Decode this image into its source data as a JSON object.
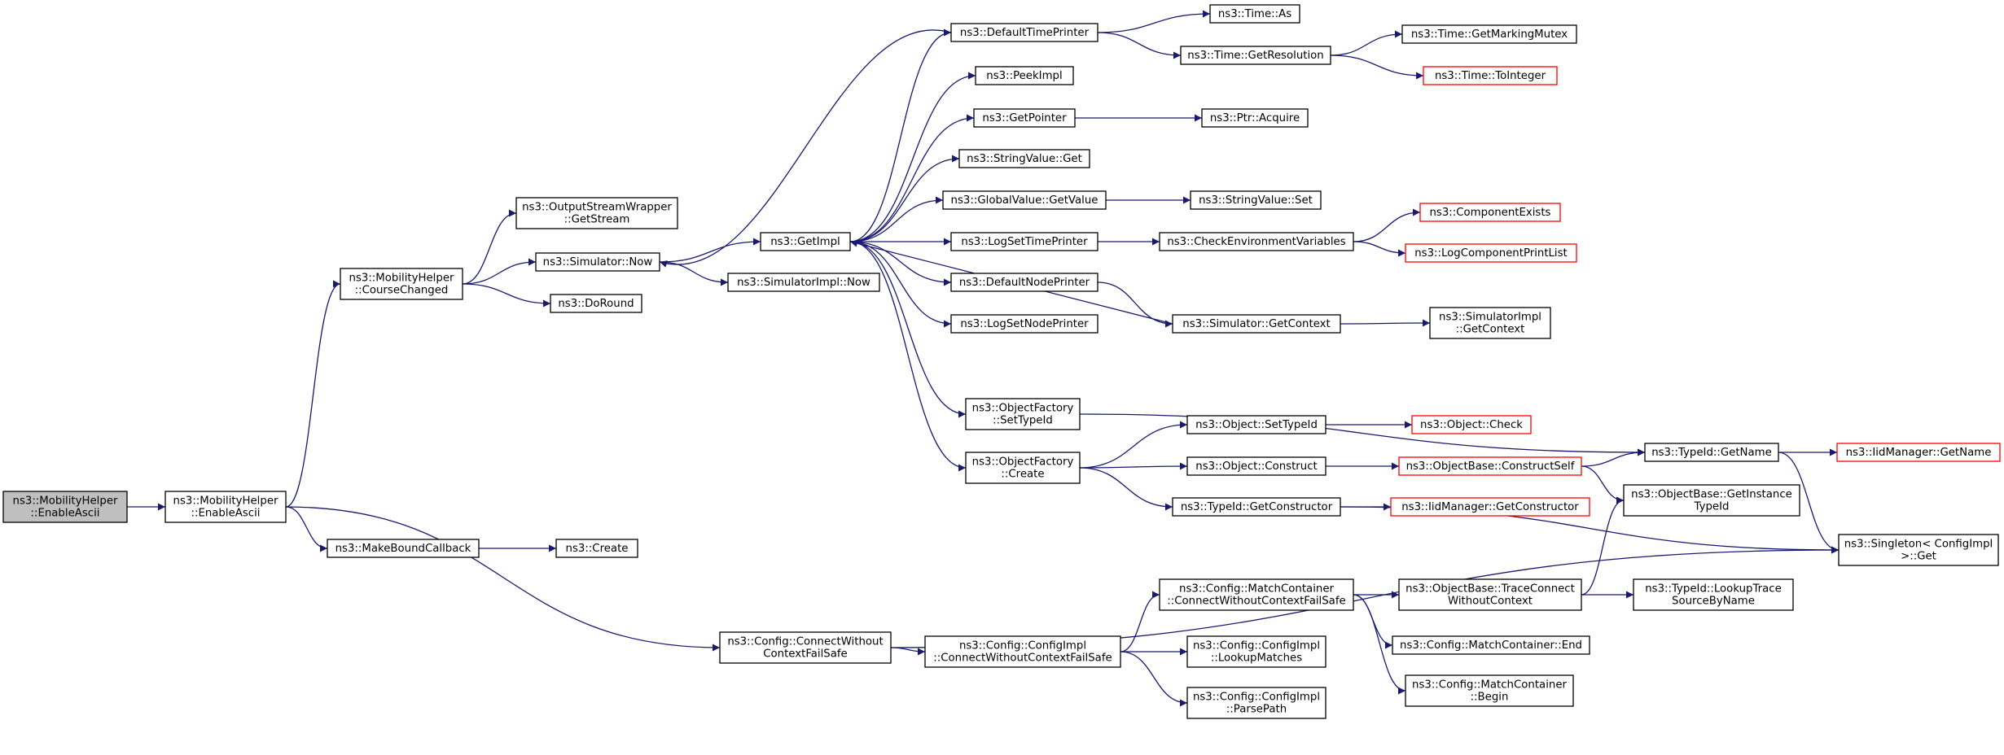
{
  "nodes": [
    {
      "id": "n0",
      "lines": [
        "ns3::MobilityHelper",
        "::EnableAscii"
      ],
      "style": "gray"
    },
    {
      "id": "n1",
      "lines": [
        "ns3::MobilityHelper",
        "::EnableAscii"
      ],
      "style": "normal"
    },
    {
      "id": "n2",
      "lines": [
        "ns3::MobilityHelper",
        "::CourseChanged"
      ],
      "style": "normal"
    },
    {
      "id": "n3",
      "lines": [
        "ns3::MakeBoundCallback"
      ],
      "style": "normal"
    },
    {
      "id": "n4",
      "lines": [
        "ns3::Create"
      ],
      "style": "normal"
    },
    {
      "id": "n5",
      "lines": [
        "ns3::OutputStreamWrapper",
        "::GetStream"
      ],
      "style": "normal"
    },
    {
      "id": "n6",
      "lines": [
        "ns3::Simulator::Now"
      ],
      "style": "normal"
    },
    {
      "id": "n7",
      "lines": [
        "ns3::DoRound"
      ],
      "style": "normal"
    },
    {
      "id": "n8",
      "lines": [
        "ns3::GetImpl"
      ],
      "style": "normal"
    },
    {
      "id": "n9",
      "lines": [
        "ns3::SimulatorImpl::Now"
      ],
      "style": "normal"
    },
    {
      "id": "n10",
      "lines": [
        "ns3::Config::ConnectWithout",
        "ContextFailSafe"
      ],
      "style": "normal"
    },
    {
      "id": "n11",
      "lines": [
        "ns3::DefaultTimePrinter"
      ],
      "style": "normal"
    },
    {
      "id": "n12",
      "lines": [
        "ns3::PeekImpl"
      ],
      "style": "normal"
    },
    {
      "id": "n13",
      "lines": [
        "ns3::GetPointer"
      ],
      "style": "normal"
    },
    {
      "id": "n14",
      "lines": [
        "ns3::StringValue::Get"
      ],
      "style": "normal"
    },
    {
      "id": "n15",
      "lines": [
        "ns3::GlobalValue::GetValue"
      ],
      "style": "normal"
    },
    {
      "id": "n16",
      "lines": [
        "ns3::LogSetTimePrinter"
      ],
      "style": "normal"
    },
    {
      "id": "n17",
      "lines": [
        "ns3::DefaultNodePrinter"
      ],
      "style": "normal"
    },
    {
      "id": "n18",
      "lines": [
        "ns3::LogSetNodePrinter"
      ],
      "style": "normal"
    },
    {
      "id": "n19",
      "lines": [
        "ns3::ObjectFactory",
        "::SetTypeId"
      ],
      "style": "normal"
    },
    {
      "id": "n20",
      "lines": [
        "ns3::ObjectFactory",
        "::Create"
      ],
      "style": "normal"
    },
    {
      "id": "n21",
      "lines": [
        "ns3::Config::ConfigImpl",
        "::ConnectWithoutContextFailSafe"
      ],
      "style": "normal"
    },
    {
      "id": "n22",
      "lines": [
        "ns3::Time::As"
      ],
      "style": "normal"
    },
    {
      "id": "n23",
      "lines": [
        "ns3::Time::GetResolution"
      ],
      "style": "normal"
    },
    {
      "id": "n24",
      "lines": [
        "ns3::Ptr::Acquire"
      ],
      "style": "normal"
    },
    {
      "id": "n25",
      "lines": [
        "ns3::StringValue::Set"
      ],
      "style": "normal"
    },
    {
      "id": "n26",
      "lines": [
        "ns3::CheckEnvironmentVariables"
      ],
      "style": "normal"
    },
    {
      "id": "n27",
      "lines": [
        "ns3::Simulator::GetContext"
      ],
      "style": "normal"
    },
    {
      "id": "n28",
      "lines": [
        "ns3::Object::SetTypeId"
      ],
      "style": "normal"
    },
    {
      "id": "n29",
      "lines": [
        "ns3::Object::Construct"
      ],
      "style": "normal"
    },
    {
      "id": "n30",
      "lines": [
        "ns3::TypeId::GetConstructor"
      ],
      "style": "normal"
    },
    {
      "id": "n31",
      "lines": [
        "ns3::Config::MatchContainer",
        "::ConnectWithoutContextFailSafe"
      ],
      "style": "normal"
    },
    {
      "id": "n32",
      "lines": [
        "ns3::Config::ConfigImpl",
        "::LookupMatches"
      ],
      "style": "normal"
    },
    {
      "id": "n33",
      "lines": [
        "ns3::Config::ConfigImpl",
        "::ParsePath"
      ],
      "style": "normal"
    },
    {
      "id": "n34",
      "lines": [
        "ns3::Time::GetMarkingMutex"
      ],
      "style": "normal"
    },
    {
      "id": "n35",
      "lines": [
        "ns3::Time::ToInteger"
      ],
      "style": "red"
    },
    {
      "id": "n36",
      "lines": [
        "ns3::ComponentExists"
      ],
      "style": "red"
    },
    {
      "id": "n37",
      "lines": [
        "ns3::LogComponentPrintList"
      ],
      "style": "red"
    },
    {
      "id": "n38",
      "lines": [
        "ns3::SimulatorImpl",
        "::GetContext"
      ],
      "style": "normal"
    },
    {
      "id": "n39",
      "lines": [
        "ns3::Object::Check"
      ],
      "style": "red"
    },
    {
      "id": "n40",
      "lines": [
        "ns3::ObjectBase::ConstructSelf"
      ],
      "style": "red"
    },
    {
      "id": "n41",
      "lines": [
        "ns3::IidManager::GetConstructor"
      ],
      "style": "red"
    },
    {
      "id": "n42",
      "lines": [
        "ns3::ObjectBase::TraceConnect",
        "WithoutContext"
      ],
      "style": "normal"
    },
    {
      "id": "n43",
      "lines": [
        "ns3::Config::MatchContainer::End"
      ],
      "style": "normal"
    },
    {
      "id": "n44",
      "lines": [
        "ns3::Config::MatchContainer",
        "::Begin"
      ],
      "style": "normal"
    },
    {
      "id": "n45",
      "lines": [
        "ns3::TypeId::GetName"
      ],
      "style": "normal"
    },
    {
      "id": "n46",
      "lines": [
        "ns3::ObjectBase::GetInstance",
        "TypeId"
      ],
      "style": "normal"
    },
    {
      "id": "n47",
      "lines": [
        "ns3::TypeId::LookupTrace",
        "SourceByName"
      ],
      "style": "normal"
    },
    {
      "id": "n48",
      "lines": [
        "ns3::IidManager::GetName"
      ],
      "style": "red"
    },
    {
      "id": "n49",
      "lines": [
        "ns3::Singleton< ConfigImpl",
        ">::Get"
      ],
      "style": "normal"
    }
  ],
  "edges": [
    [
      "n0",
      "n1"
    ],
    [
      "n1",
      "n2"
    ],
    [
      "n1",
      "n3"
    ],
    [
      "n1",
      "n10"
    ],
    [
      "n3",
      "n4"
    ],
    [
      "n2",
      "n5"
    ],
    [
      "n2",
      "n6"
    ],
    [
      "n2",
      "n7"
    ],
    [
      "n6",
      "n8"
    ],
    [
      "n6",
      "n9"
    ],
    [
      "n8",
      "n11"
    ],
    [
      "n8",
      "n12"
    ],
    [
      "n8",
      "n13"
    ],
    [
      "n8",
      "n14"
    ],
    [
      "n8",
      "n15"
    ],
    [
      "n8",
      "n16"
    ],
    [
      "n8",
      "n17"
    ],
    [
      "n8",
      "n18"
    ],
    [
      "n8",
      "n19"
    ],
    [
      "n8",
      "n20"
    ],
    [
      "n11",
      "n6"
    ],
    [
      "n27",
      "n8"
    ],
    [
      "n11",
      "n22"
    ],
    [
      "n11",
      "n23"
    ],
    [
      "n23",
      "n34"
    ],
    [
      "n23",
      "n35"
    ],
    [
      "n13",
      "n24"
    ],
    [
      "n15",
      "n25"
    ],
    [
      "n16",
      "n26"
    ],
    [
      "n26",
      "n36"
    ],
    [
      "n26",
      "n37"
    ],
    [
      "n17",
      "n27"
    ],
    [
      "n27",
      "n38"
    ],
    [
      "n19",
      "n45"
    ],
    [
      "n20",
      "n28"
    ],
    [
      "n20",
      "n29"
    ],
    [
      "n20",
      "n30"
    ],
    [
      "n28",
      "n39"
    ],
    [
      "n29",
      "n40"
    ],
    [
      "n40",
      "n45"
    ],
    [
      "n40",
      "n46"
    ],
    [
      "n30",
      "n41"
    ],
    [
      "n30",
      "n49"
    ],
    [
      "n45",
      "n48"
    ],
    [
      "n45",
      "n49"
    ],
    [
      "n10",
      "n21"
    ],
    [
      "n10",
      "n49"
    ],
    [
      "n21",
      "n31"
    ],
    [
      "n21",
      "n32"
    ],
    [
      "n21",
      "n33"
    ],
    [
      "n31",
      "n42"
    ],
    [
      "n31",
      "n43"
    ],
    [
      "n31",
      "n44"
    ],
    [
      "n42",
      "n46"
    ],
    [
      "n42",
      "n47"
    ]
  ]
}
